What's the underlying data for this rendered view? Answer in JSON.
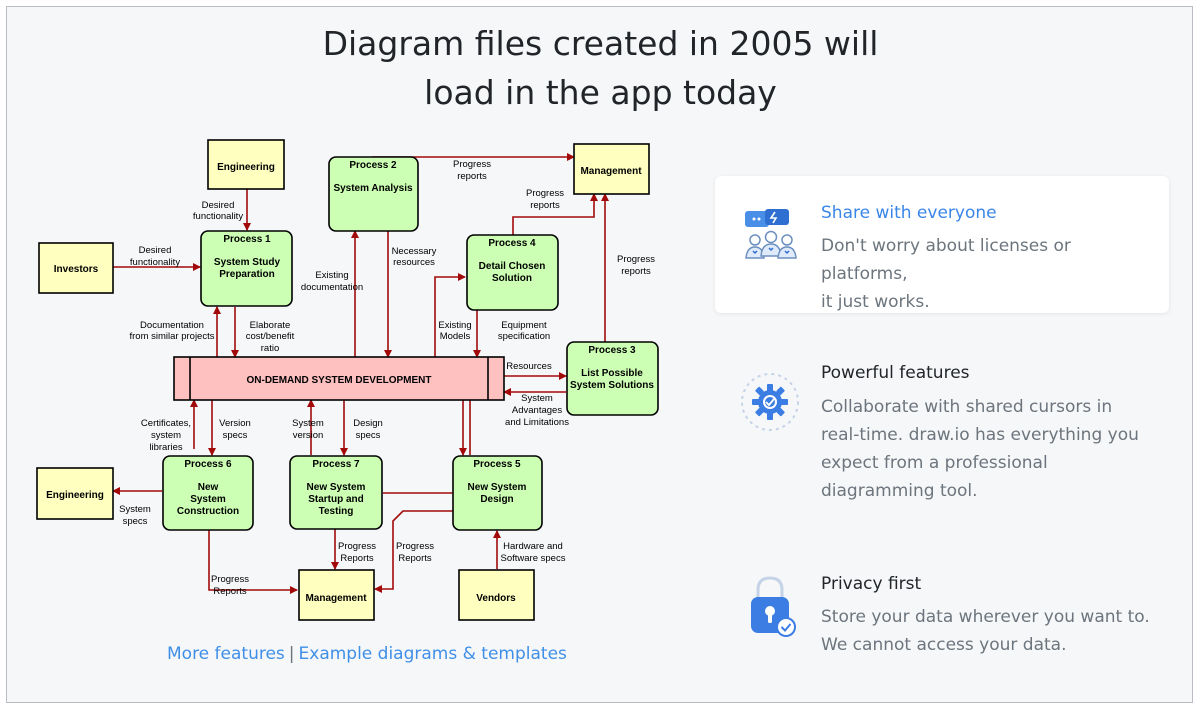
{
  "headline": {
    "line1": "Diagram files created in 2005 will",
    "line2": "load in the app today"
  },
  "diagram": {
    "external": {
      "engineering_top": "Engineering",
      "investors": "Investors",
      "management_top": "Management",
      "engineering_left": "Engineering",
      "management_bottom": "Management",
      "vendors": "Vendors"
    },
    "central": "ON-DEMAND SYSTEM DEVELOPMENT",
    "processes": {
      "p1": {
        "title": "Process 1",
        "line1": "System Study",
        "line2": "Preparation"
      },
      "p2": {
        "title": "Process 2",
        "line1": "System Analysis"
      },
      "p3": {
        "title": "Process 3",
        "line1": "List Possible",
        "line2": "System Solutions"
      },
      "p4": {
        "title": "Process 4",
        "line1": "Detail Chosen",
        "line2": "Solution"
      },
      "p5": {
        "title": "Process 5",
        "line1": "New System",
        "line2": "Design"
      },
      "p6": {
        "title": "Process 6",
        "line1": "New",
        "line2": "System",
        "line3": "Construction"
      },
      "p7": {
        "title": "Process 7",
        "line1": "New System",
        "line2": "Startup and",
        "line3": "Testing"
      }
    },
    "flows": {
      "desired_func_1": [
        "Desired",
        "functionality"
      ],
      "desired_func_2": [
        "Desired",
        "functionality"
      ],
      "progress_reports_p2": [
        "Progress",
        "reports"
      ],
      "progress_reports_p4": [
        "Progress",
        "reports"
      ],
      "progress_reports_p3": [
        "Progress",
        "reports"
      ],
      "existing_documentation": [
        "Existing",
        "documentation"
      ],
      "necessary_resources": [
        "Necessary",
        "resources"
      ],
      "documentation_similar": [
        "Documentation",
        "from similar projects"
      ],
      "elaborate_cost": [
        "Elaborate",
        "cost/benefit",
        "ratio"
      ],
      "existing_models": [
        "Existing",
        "Models"
      ],
      "equipment_spec": [
        "Equipment",
        "specification"
      ],
      "resources": [
        "Resources"
      ],
      "system_advantages": [
        "System",
        "Advantages",
        "and Limitations"
      ],
      "certificates": [
        "Certificates,",
        "system",
        "libraries"
      ],
      "version_specs": [
        "Version",
        "specs"
      ],
      "system_version": [
        "System",
        "version"
      ],
      "design_specs": [
        "Design",
        "specs"
      ],
      "system_specs": [
        "System",
        "specs"
      ],
      "progress_reports_p7": [
        "Progress",
        "Reports"
      ],
      "progress_reports_p5": [
        "Progress",
        "Reports"
      ],
      "progress_reports_p6": [
        "Progress",
        "Reports"
      ],
      "hardware_specs": [
        "Hardware and",
        "Software specs"
      ]
    }
  },
  "links": {
    "more_features": "More features",
    "separator": "|",
    "examples": "Example diagrams & templates"
  },
  "features": [
    {
      "title": "Share with everyone",
      "desc": [
        "Don't worry about licenses or platforms,",
        "it just works."
      ],
      "icon": "share-people-icon"
    },
    {
      "title": "Powerful features",
      "desc": [
        "Collaborate with shared cursors in",
        "real-time. draw.io has everything you",
        "expect from a professional",
        "diagramming tool."
      ],
      "icon": "gear-icon"
    },
    {
      "title": "Privacy first",
      "desc": [
        "Store your data wherever you want to.",
        "We cannot access your data."
      ],
      "icon": "padlock-icon"
    }
  ],
  "colors": {
    "arrow": "#a20a0a",
    "process_fill": "#ccffb3",
    "external_fill": "#ffffc0",
    "central_fill": "#ffc0c0",
    "link": "#3f8fe8",
    "title_accent": "#3a86e8"
  }
}
